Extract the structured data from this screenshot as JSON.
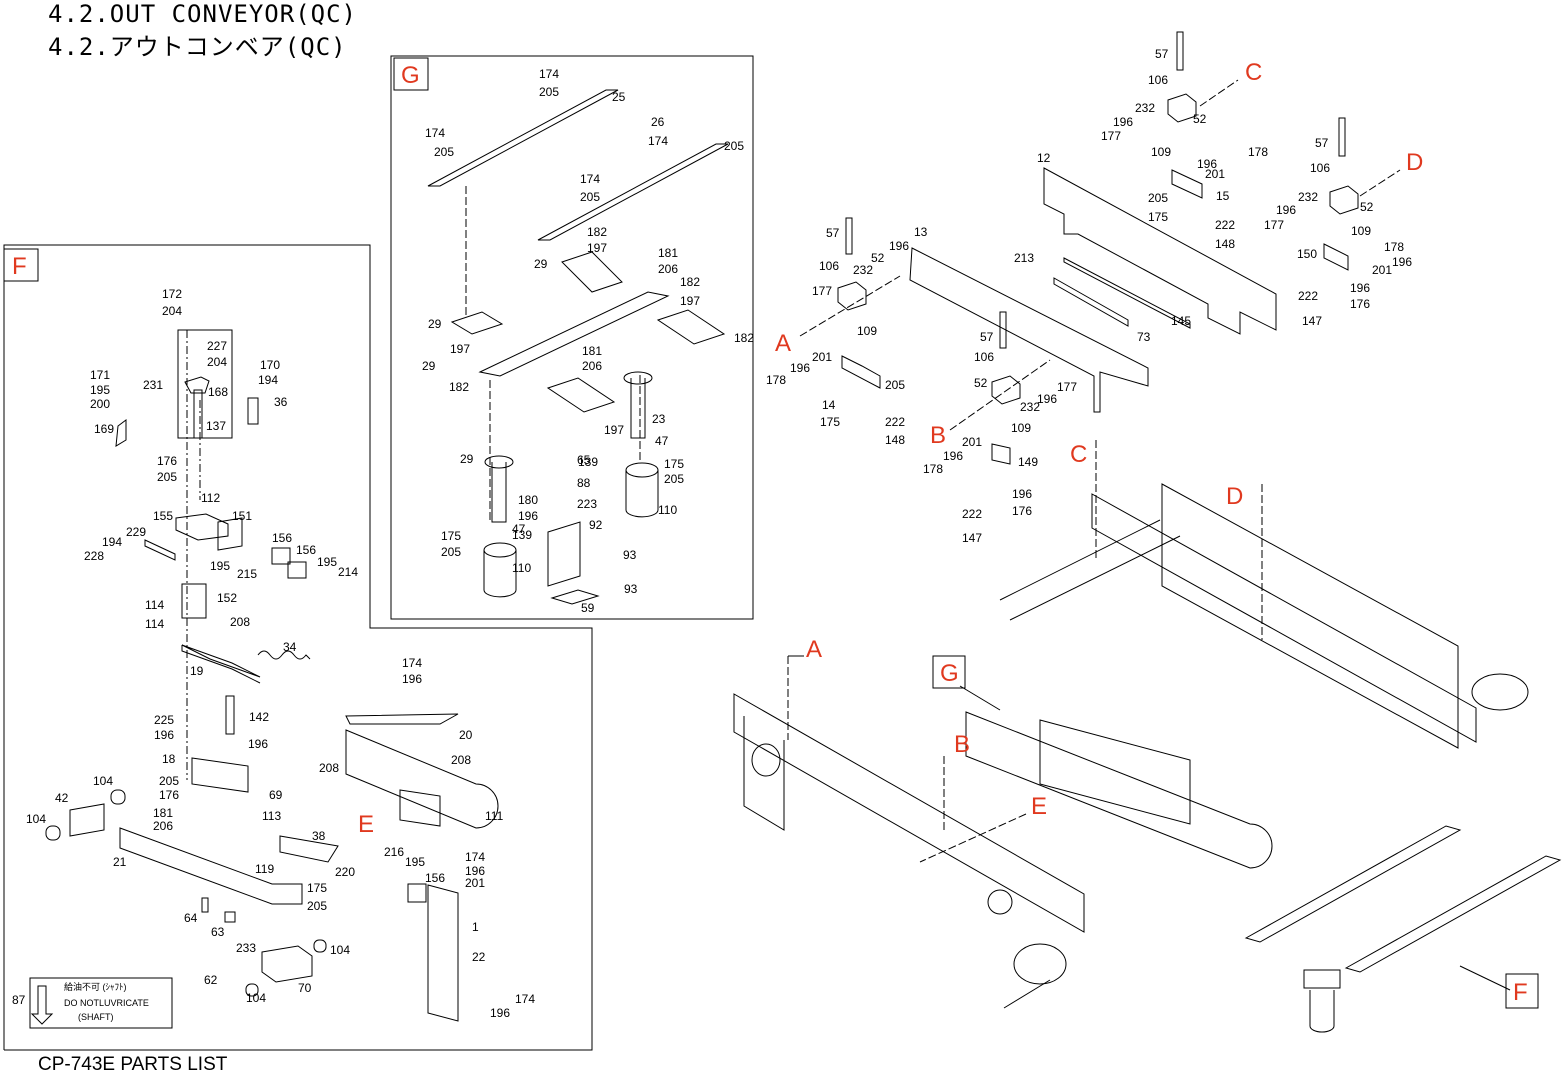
{
  "header": {
    "title_en": "4.2.OUT CONVEYOR(QC)",
    "title_jp": "4.2.アウトコンベア(QC)"
  },
  "footer": {
    "label": "CP-743E PARTS LIST"
  },
  "colors": {
    "section_label": "#e0391f",
    "line": "#000000"
  },
  "section_labels": {
    "F_box": "F",
    "G_box": "G",
    "A_main": "A",
    "B_main": "B",
    "C_main": "C",
    "D_main": "D",
    "E_main": "E",
    "F_main": "F",
    "G_main": "G",
    "A_exp": "A",
    "B_exp": "B",
    "C_exp": "C",
    "D_exp": "D",
    "E_exp": "E"
  },
  "note": {
    "jp": "給油不可 (ｼｬﾌﾄ)",
    "line1": "DO NOTLUVRICATE",
    "line2": "(SHAFT)",
    "ref": "87"
  },
  "parts": {
    "g": [
      "174",
      "205",
      "25",
      "174",
      "205",
      "26",
      "174",
      "205",
      "174",
      "205",
      "182",
      "197",
      "181",
      "206",
      "29",
      "182",
      "197",
      "29",
      "182",
      "197",
      "29",
      "181",
      "206",
      "182",
      "197",
      "23",
      "29",
      "139",
      "139",
      "47",
      "65",
      "88",
      "175",
      "205",
      "180",
      "196",
      "223",
      "92",
      "175",
      "205",
      "47",
      "110",
      "110",
      "93",
      "93",
      "59"
    ],
    "f": [
      "172",
      "204",
      "227",
      "204",
      "168",
      "231",
      "137",
      "170",
      "194",
      "36",
      "171",
      "195",
      "200",
      "169",
      "176",
      "205",
      "112",
      "155",
      "151",
      "229",
      "194",
      "228",
      "156",
      "156",
      "195",
      "214",
      "215",
      "195",
      "152",
      "114",
      "114",
      "208",
      "34",
      "19",
      "142",
      "225",
      "196",
      "196",
      "18",
      "205",
      "176",
      "181",
      "206",
      "104",
      "42",
      "104",
      "21",
      "64",
      "63",
      "233",
      "62",
      "104",
      "104",
      "70"
    ],
    "e": [
      "174",
      "196",
      "20",
      "208",
      "208",
      "111",
      "69",
      "113",
      "38",
      "119",
      "220",
      "175",
      "205",
      "216",
      "195",
      "156",
      "174",
      "196",
      "201",
      "1",
      "22",
      "174",
      "196"
    ],
    "abcd": [
      "57",
      "106",
      "232",
      "52",
      "196",
      "177",
      "109",
      "178",
      "196",
      "201",
      "15",
      "205",
      "175",
      "222",
      "148",
      "12",
      "213",
      "73",
      "145",
      "57",
      "106",
      "52",
      "232",
      "196",
      "177",
      "109",
      "178",
      "196",
      "150",
      "201",
      "222",
      "196",
      "176",
      "147",
      "57",
      "106",
      "232",
      "52",
      "196",
      "177",
      "13",
      "109",
      "178",
      "196",
      "201",
      "205",
      "14",
      "175",
      "222",
      "148",
      "57",
      "106",
      "52",
      "232",
      "196",
      "177",
      "109",
      "178",
      "196",
      "201",
      "149",
      "222",
      "196",
      "176",
      "147"
    ]
  }
}
